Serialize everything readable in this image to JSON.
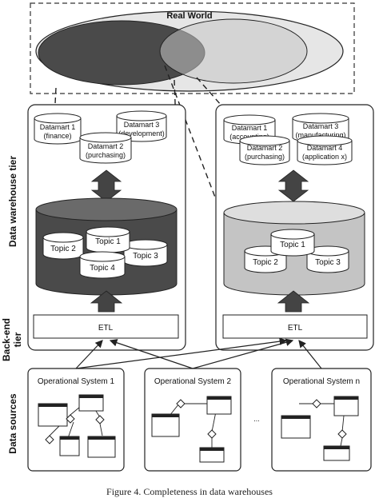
{
  "real_world": {
    "label": "Real World"
  },
  "tiers": {
    "warehouse": "Data warehouse tier",
    "backend": "Back-end tier",
    "sources": "Data sources"
  },
  "left_warehouse": {
    "datamarts": {
      "d1": [
        "Datamart 1",
        "(finance)"
      ],
      "d2": [
        "Datamart 2",
        "(purchasing)"
      ],
      "d3": [
        "Datamart 3",
        "(development)"
      ]
    },
    "topics": [
      "Topic 1",
      "Topic 2",
      "Topic 3",
      "Topic 4"
    ],
    "etl": "ETL"
  },
  "right_warehouse": {
    "datamarts": {
      "d1": [
        "Datamart 1",
        "(accounting)"
      ],
      "d2": [
        "Datamart 2",
        "(purchasing)"
      ],
      "d3": [
        "Datamart 3",
        "(manufacturing)"
      ],
      "d4": [
        "Datamart 4",
        "(application x)"
      ]
    },
    "topics": [
      "Topic 1",
      "Topic 2",
      "Topic 3"
    ],
    "etl": "ETL"
  },
  "sources": [
    "Operational System 1",
    "Operational System 2",
    "Operational System n"
  ],
  "ellipsis": "...",
  "caption": "Figure 4. Completeness in data warehouses",
  "colors": {
    "dark": "#4a4a4a",
    "light": "#c4c4c4",
    "mid": "#8a8a8a",
    "panel": "#ffffff"
  }
}
